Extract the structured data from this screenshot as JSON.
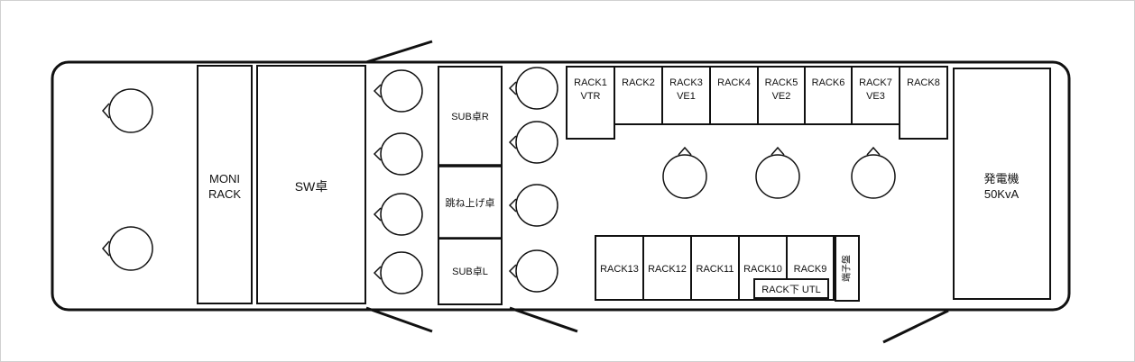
{
  "labels": {
    "moni_rack_line1": "MONI",
    "moni_rack_line2": "RACK",
    "sw_console": "SW卓",
    "sub_console_r": "SUB卓R",
    "lift_console": "跳ね上げ卓",
    "sub_console_l": "SUB卓L",
    "generator_line1": "発電機",
    "generator_line2": "50KvA",
    "terminal_panel": "端子盤",
    "rack_under_utl": "RACK下 UTL"
  },
  "racks_top": [
    {
      "line1": "RACK1",
      "line2": "VTR"
    },
    {
      "line1": "RACK2",
      "line2": ""
    },
    {
      "line1": "RACK3",
      "line2": "VE1"
    },
    {
      "line1": "RACK4",
      "line2": ""
    },
    {
      "line1": "RACK5",
      "line2": "VE2"
    },
    {
      "line1": "RACK6",
      "line2": ""
    },
    {
      "line1": "RACK7",
      "line2": "VE3"
    },
    {
      "line1": "RACK8",
      "line2": ""
    }
  ],
  "racks_bottom": [
    {
      "label": "RACK13"
    },
    {
      "label": "RACK12"
    },
    {
      "label": "RACK11"
    },
    {
      "label": "RACK10"
    },
    {
      "label": "RACK9"
    }
  ]
}
